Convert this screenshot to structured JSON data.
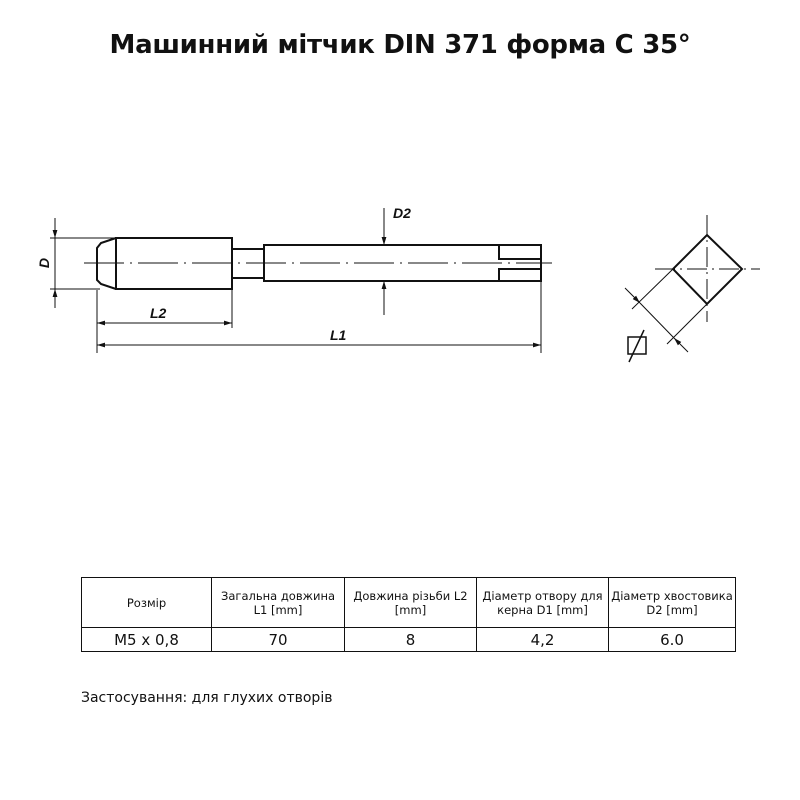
{
  "title": "Машинний мітчик DIN 371 форма C 35°",
  "drawing": {
    "labels": {
      "d": "D",
      "d2": "D2",
      "l1": "L1",
      "l2": "L2"
    },
    "square_symbol": "square-shank-icon"
  },
  "table": {
    "headers": [
      "Розмір",
      "Загальна довжина L1 [mm]",
      "Довжина різьби L2 [mm]",
      "Діаметр отвору для керна D1 [mm]",
      "Діаметр хвостовика D2 [mm]"
    ],
    "rows": [
      [
        "M5 x 0,8",
        "70",
        "8",
        "4,2",
        "6.0"
      ]
    ]
  },
  "usage": "Застосування: для глухих отворів"
}
